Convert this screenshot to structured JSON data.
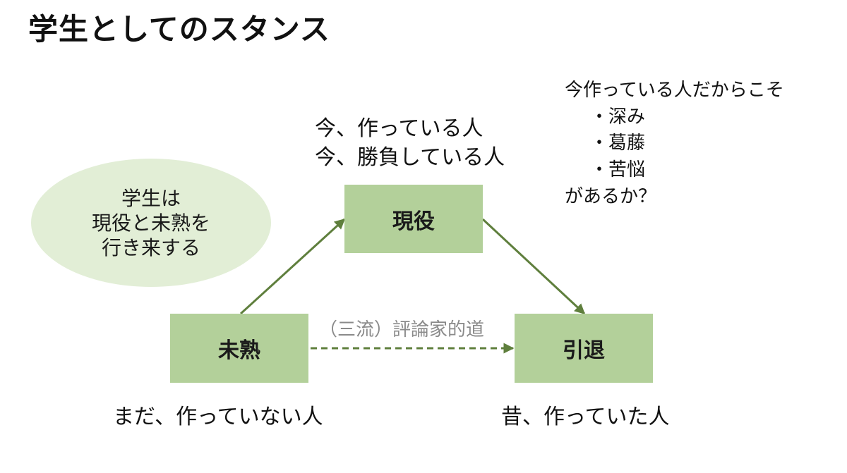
{
  "title": "学生としてのスタンス",
  "nodes": {
    "genyaku": "現役",
    "mijuku": "未熟",
    "intai": "引退"
  },
  "ellipse": {
    "line1": "学生は",
    "line2": "現役と未熟を",
    "line3": "行き来する"
  },
  "labels": {
    "now_making": "今、作っている人",
    "now_competing": "今、勝負している人",
    "not_yet": "まだ、作っていない人",
    "formerly": "昔、作っていた人",
    "critic_path": "（三流）評論家的道"
  },
  "note": {
    "heading": "今作っている人だからこそ",
    "items": [
      "・深み",
      "・葛藤",
      "・苦悩"
    ],
    "closing": "があるか？"
  },
  "colors": {
    "box_fill": "#b3d09a",
    "ellipse_fill": "#e2eed6",
    "arrow": "#5f7f3d",
    "critic_text": "#8a8a8a"
  }
}
